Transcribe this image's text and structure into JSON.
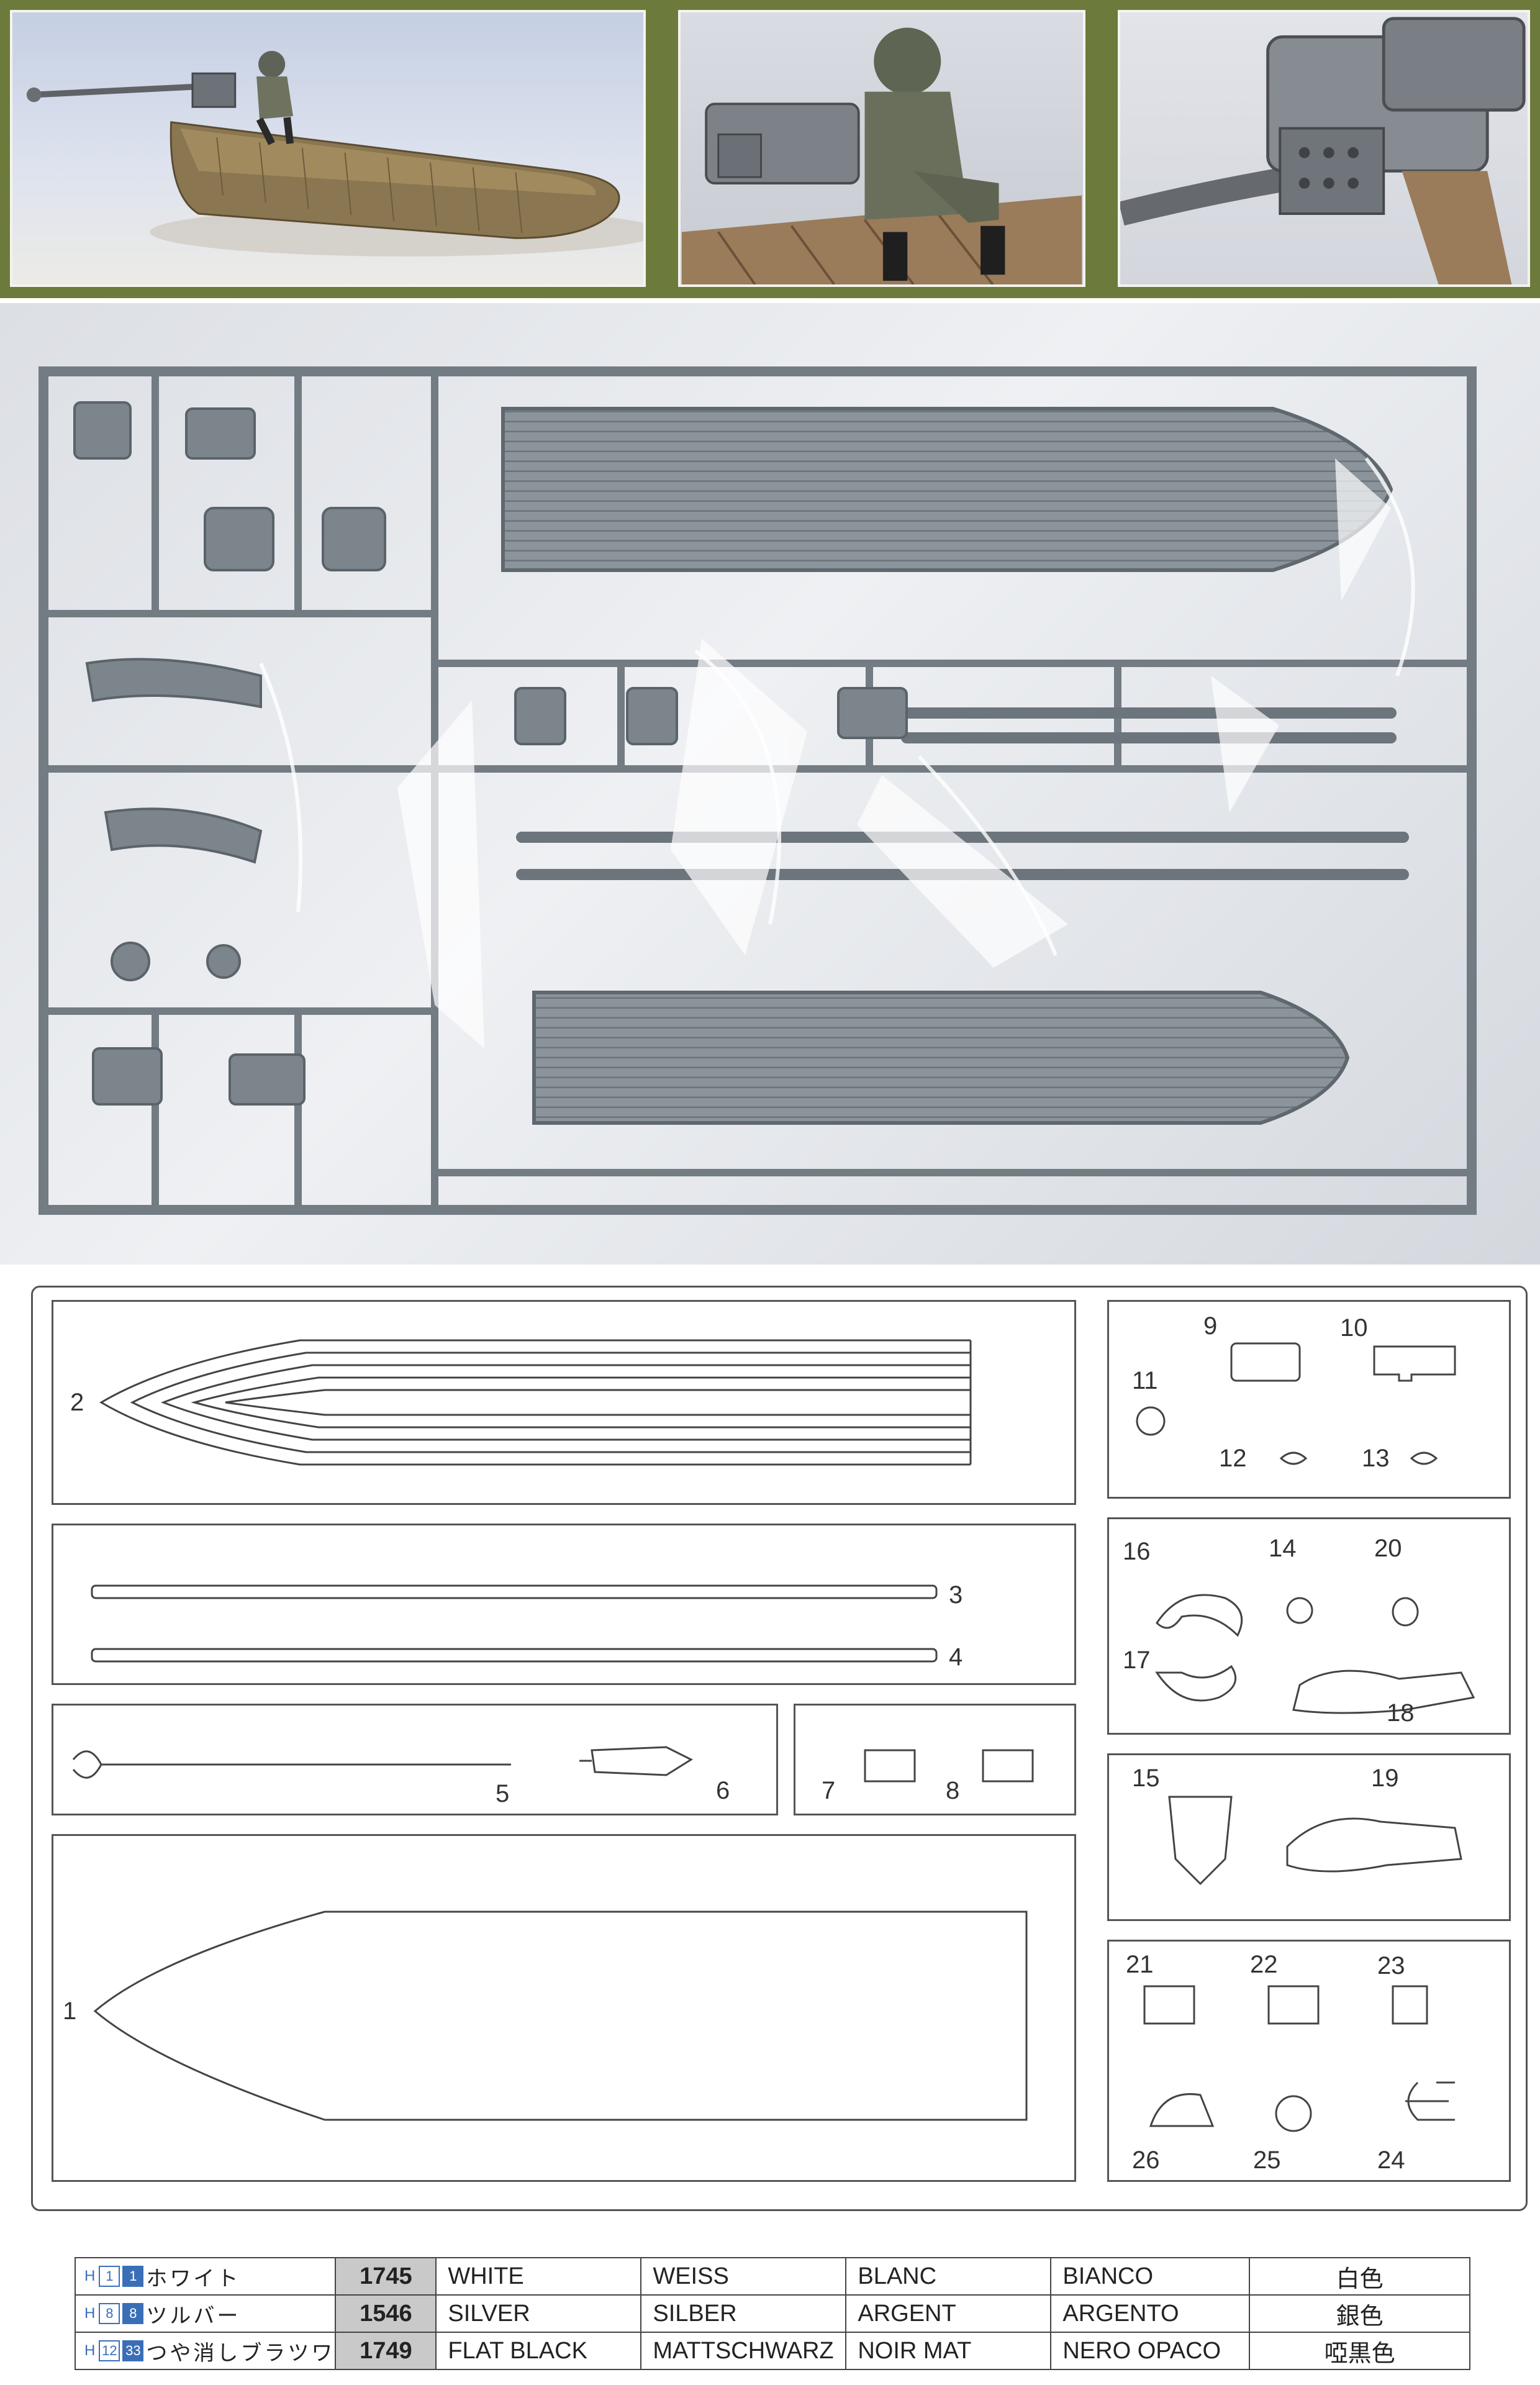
{
  "parts_diagram": {
    "parts": [
      {
        "no": "1"
      },
      {
        "no": "2"
      },
      {
        "no": "3"
      },
      {
        "no": "4"
      },
      {
        "no": "5"
      },
      {
        "no": "6"
      },
      {
        "no": "7"
      },
      {
        "no": "8"
      },
      {
        "no": "9"
      },
      {
        "no": "10"
      },
      {
        "no": "11"
      },
      {
        "no": "12"
      },
      {
        "no": "13"
      },
      {
        "no": "14"
      },
      {
        "no": "15"
      },
      {
        "no": "16"
      },
      {
        "no": "17"
      },
      {
        "no": "18"
      },
      {
        "no": "19"
      },
      {
        "no": "20"
      },
      {
        "no": "21"
      },
      {
        "no": "22"
      },
      {
        "no": "23"
      },
      {
        "no": "24"
      },
      {
        "no": "25"
      },
      {
        "no": "26"
      }
    ]
  },
  "paint_table": {
    "rows": [
      {
        "h": "H",
        "code1": "1",
        "code2": "1",
        "jp": "ホワイト",
        "number": "1745",
        "en": "WHITE",
        "de": "WEISS",
        "fr": "BLANC",
        "it": "BIANCO",
        "jk": "白色"
      },
      {
        "h": "H",
        "code1": "8",
        "code2": "8",
        "jp": "ツルバー",
        "number": "1546",
        "en": "SILVER",
        "de": "SILBER",
        "fr": "ARGENT",
        "it": "ARGENTO",
        "jk": "銀色"
      },
      {
        "h": "H",
        "code1": "12",
        "code2": "33",
        "jp": "つや消しブラツワ",
        "number": "1749",
        "en": "FLAT BLACK",
        "de": "MATTSCHWARZ",
        "fr": "NOIR MAT",
        "it": "NERO OPACO",
        "jk": "啞黒色"
      }
    ]
  },
  "colors": {
    "frame_green": "#6c7a3b",
    "sprue_gray": "#7c858e",
    "line": "#555555",
    "table_number_bg": "#c9c9c9",
    "code_blue": "#3a6fb8"
  }
}
